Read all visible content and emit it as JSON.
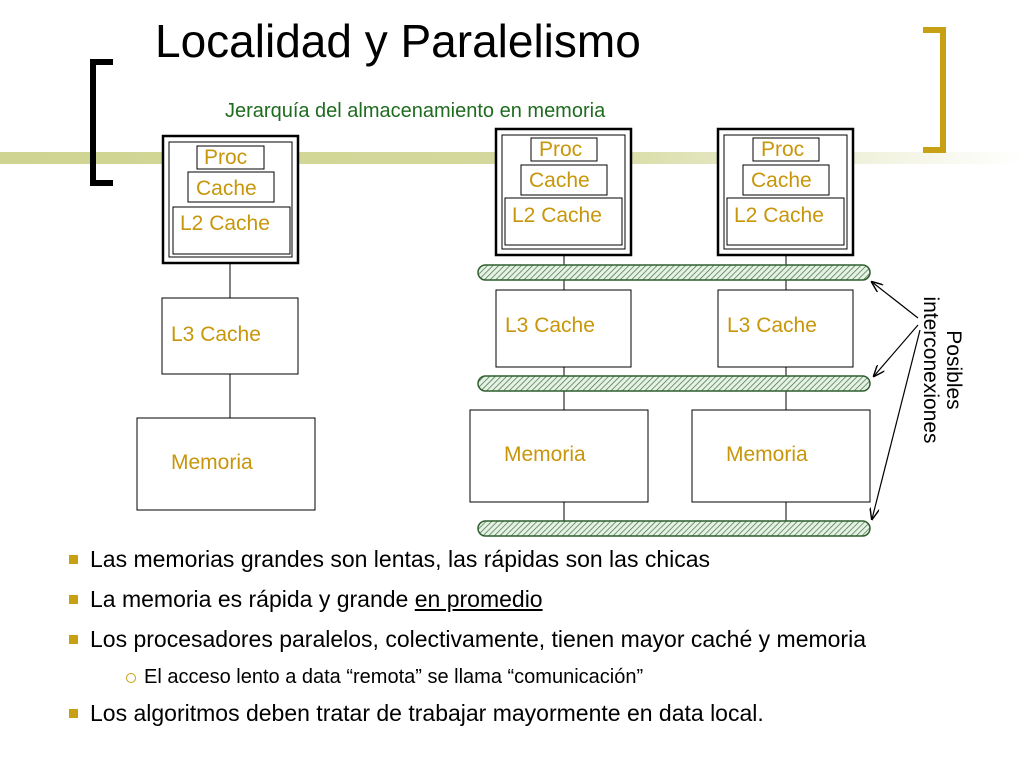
{
  "slide": {
    "title": "Localidad y Paralelismo",
    "subtitle": "Jerarquía del almacenamiento en memoria"
  },
  "diagram": {
    "single_stack": {
      "proc": "Proc",
      "cache": "Cache",
      "l2": "L2 Cache",
      "l3": "L3 Cache",
      "mem": "Memoria"
    },
    "parallel_stack_1": {
      "proc": "Proc",
      "cache": "Cache",
      "l2": "L2 Cache",
      "l3": "L3 Cache",
      "mem": "Memoria"
    },
    "parallel_stack_2": {
      "proc": "Proc",
      "cache": "Cache",
      "l2": "L2 Cache",
      "l3": "L3 Cache",
      "mem": "Memoria"
    },
    "interconnect_label": "Posibles\ninterconexiones"
  },
  "bullets": [
    {
      "level": 1,
      "text": "Las memorias grandes son lentas, las rápidas son las chicas"
    },
    {
      "level": 1,
      "text": "La memoria es rápida y grande ",
      "underlined": "en promedio"
    },
    {
      "level": 1,
      "text": "Los procesadores paralelos, colectivamente, tienen mayor caché y memoria"
    },
    {
      "level": 2,
      "text": "El acceso lento a data “remota” se llama  “comunicación”"
    },
    {
      "level": 1,
      "text": "Los algoritmos deben tratar de trabajar mayormente en data local."
    }
  ],
  "colors": {
    "title": "#000000",
    "subtitle": "#1f6b1f",
    "component_label": "#c8960a",
    "bullet_marker": "#c8a014",
    "bracket": "#c8a014",
    "band": "#cdd28c",
    "interconnect_fill": "#d8ead8",
    "interconnect_stroke": "#2e5e2e"
  }
}
